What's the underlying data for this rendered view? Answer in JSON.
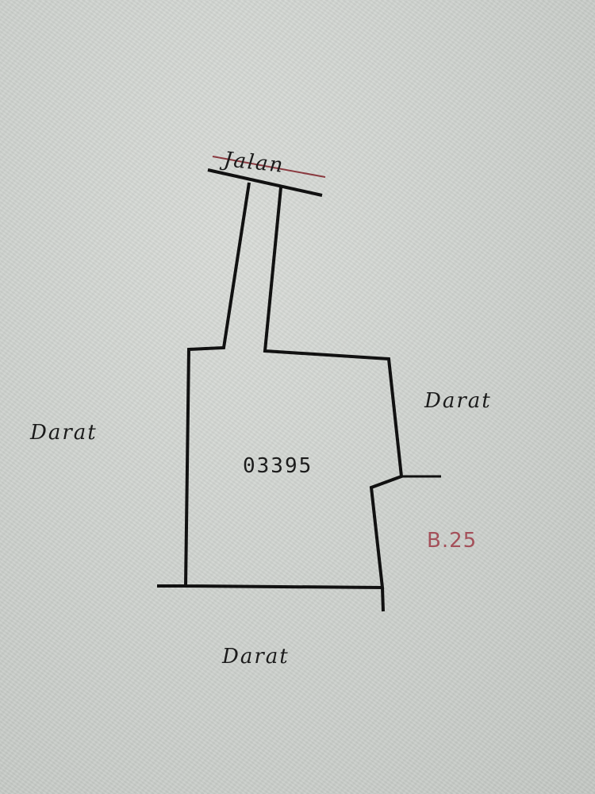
{
  "map": {
    "parcel_number": "03395",
    "block_code": "B.25",
    "labels": {
      "north": "Jalan",
      "east": "Darat",
      "west": "Darat",
      "south": "Darat"
    },
    "colors": {
      "line": "#111111",
      "block_code": "#a4505a",
      "strike": "#8a3a40"
    }
  }
}
